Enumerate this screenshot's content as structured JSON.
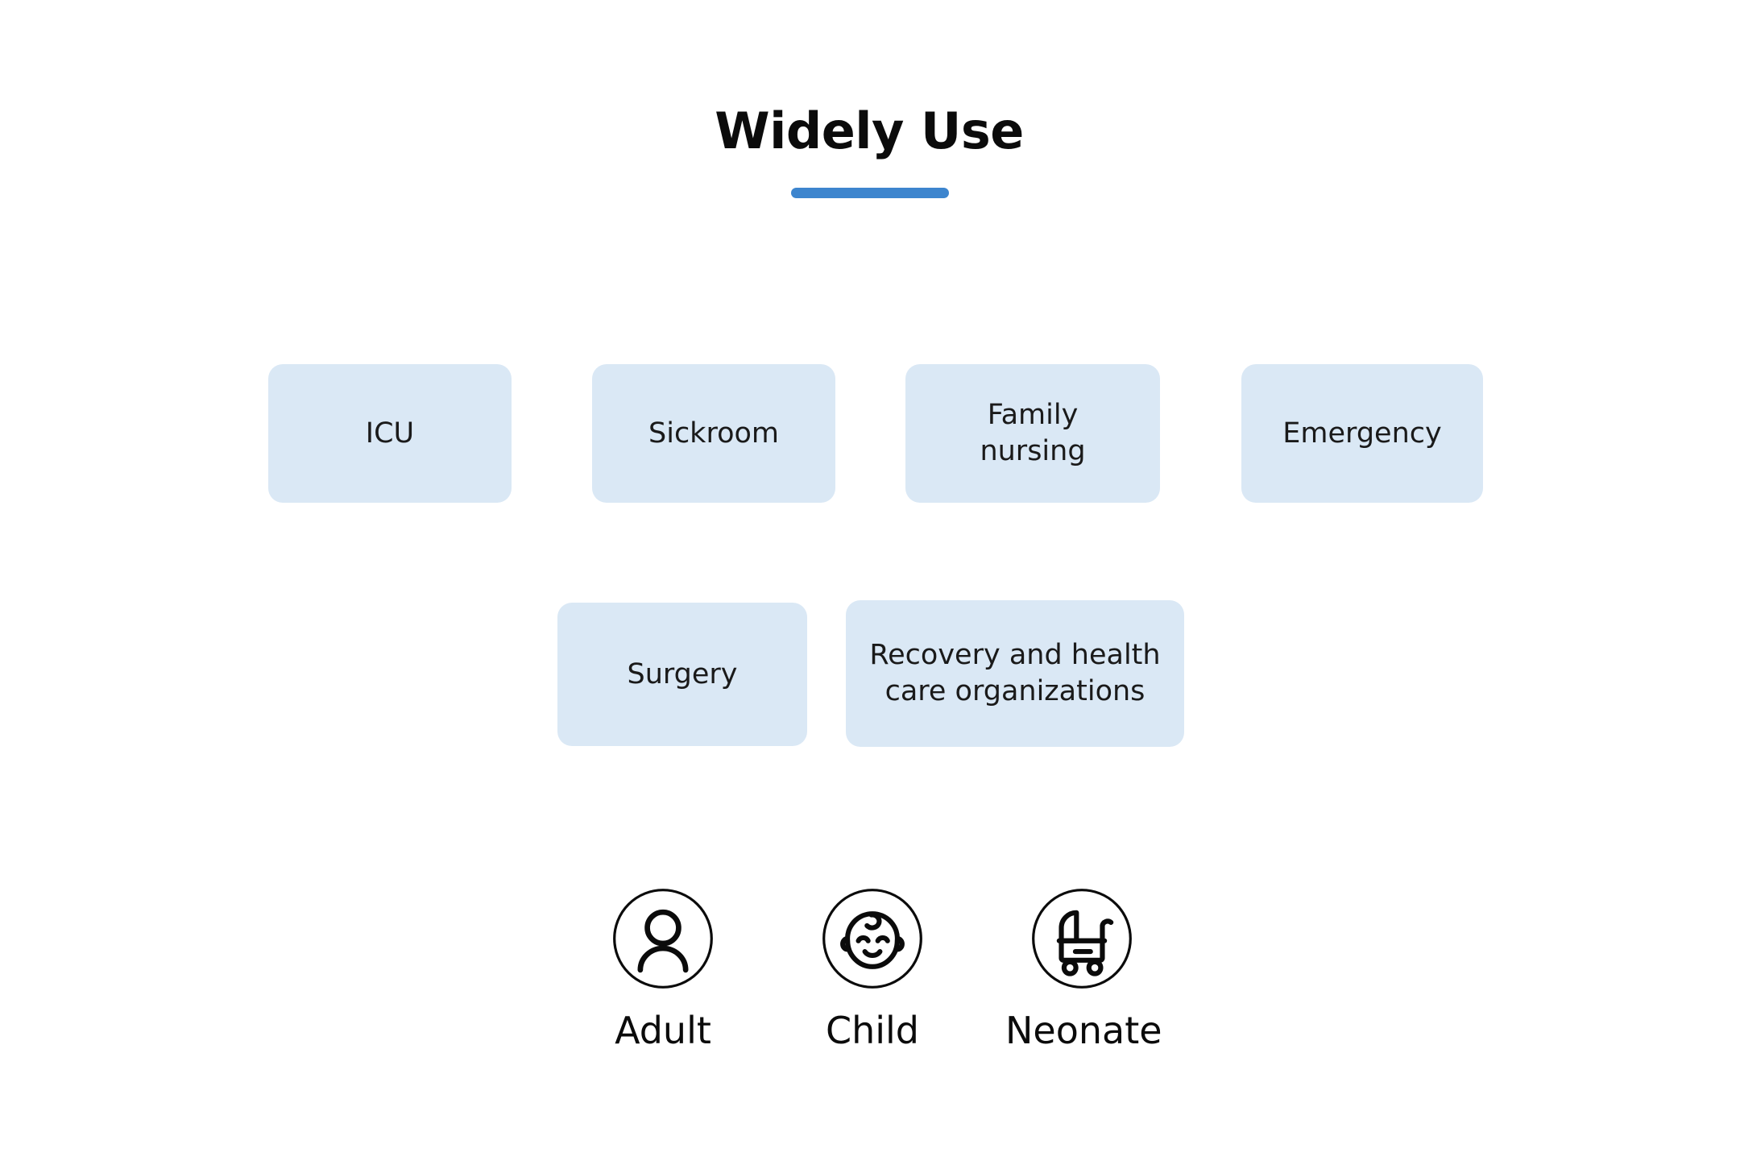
{
  "page": {
    "background": "#ffffff",
    "title": "Widely Use",
    "accent_color": "#3d85ce",
    "box_fill_color": "#dae8f5",
    "text_color": "#1a1a1a"
  },
  "rows": [
    {
      "name": "primary-care-settings",
      "boxes": [
        {
          "label": "ICU"
        },
        {
          "label": "Sickroom"
        },
        {
          "label_line1": "Family",
          "label_line2": "nursing"
        },
        {
          "label": "Emergency"
        }
      ]
    },
    {
      "name": "secondary-care-settings",
      "boxes": [
        {
          "label": "Surgery"
        },
        {
          "label_line1": "Recovery and health",
          "label_line2": "care organizations"
        }
      ]
    }
  ],
  "patient_types": [
    {
      "icon": "adult-person-icon",
      "label": "Adult"
    },
    {
      "icon": "child-baby-face-icon",
      "label": "Child"
    },
    {
      "icon": "neonate-stroller-icon",
      "label": "Neonate"
    }
  ]
}
